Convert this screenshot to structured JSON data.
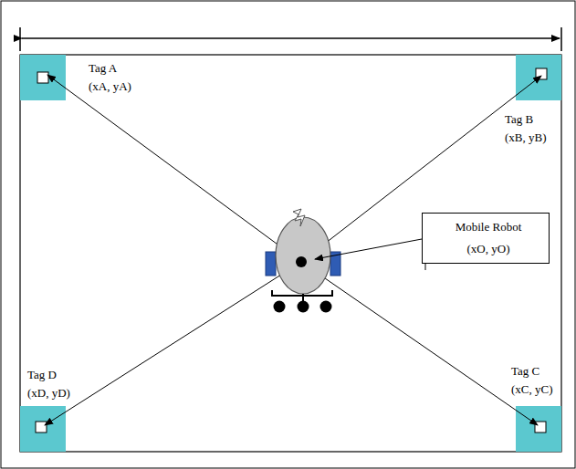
{
  "diagram": {
    "nodes": [
      {
        "text": [
          "Tag A",
          "(xA, yA)"
        ]
      },
      {
        "text": [
          "Tag B",
          "(xB, yB)"
        ]
      },
      {
        "text": [
          "Mobile Robot",
          "(xO, yO)"
        ]
      },
      {
        "text": [
          "Tag D",
          "(xD, yD)"
        ]
      },
      {
        "text": [
          "Tag C",
          "(xC, yC)"
        ]
      }
    ]
  }
}
